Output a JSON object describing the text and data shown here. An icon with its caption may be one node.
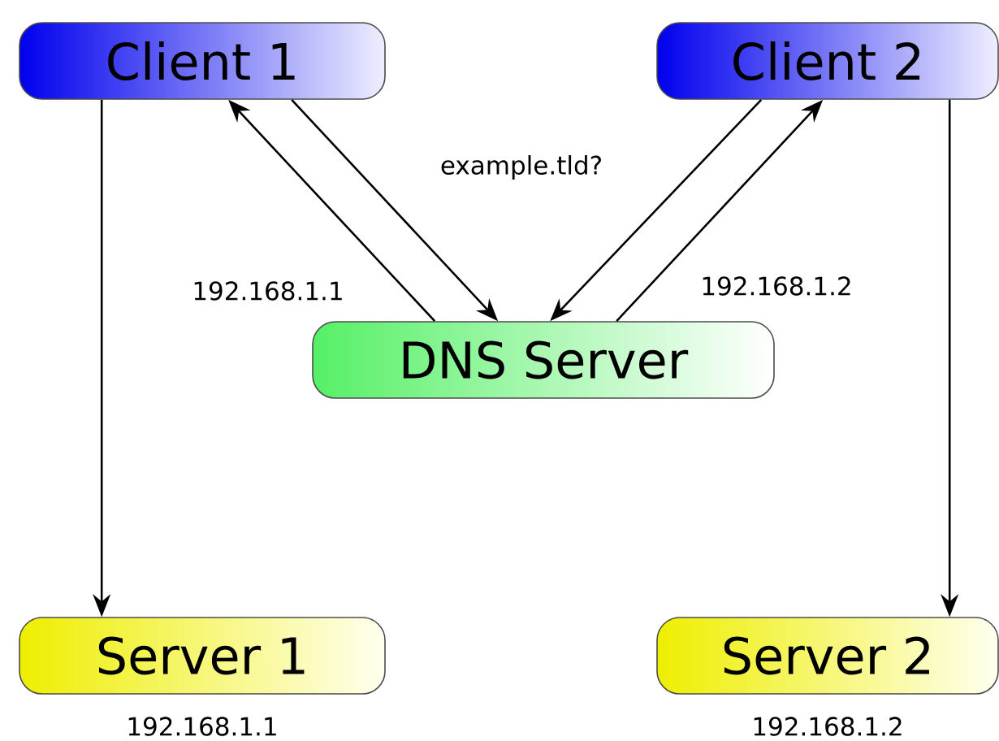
{
  "diagram": {
    "nodes": [
      {
        "text": [
          "Client 1"
        ]
      },
      {
        "text": [
          "Client 2"
        ]
      },
      {
        "text": [
          "DNS Server"
        ]
      },
      {
        "text": [
          "Server 1"
        ],
        "beside": [
          "192.168.1.1"
        ]
      },
      {
        "text": [
          "Server 2"
        ],
        "beside": [
          "192.168.1.2"
        ]
      }
    ],
    "edges": [
      {
        "from": 0,
        "to": 2,
        "arrow": "to"
      },
      {
        "from": 2,
        "to": 0,
        "arrow": "to",
        "label": "192.168.1.1"
      },
      {
        "from": 1,
        "to": 2,
        "arrow": "to"
      },
      {
        "from": 2,
        "to": 1,
        "arrow": "to",
        "label": "192.168.1.2"
      },
      {
        "from": 0,
        "to": 3,
        "arrow": "to"
      },
      {
        "from": 1,
        "to": 4,
        "arrow": "to"
      }
    ],
    "labels": [
      "example.tld?"
    ]
  }
}
